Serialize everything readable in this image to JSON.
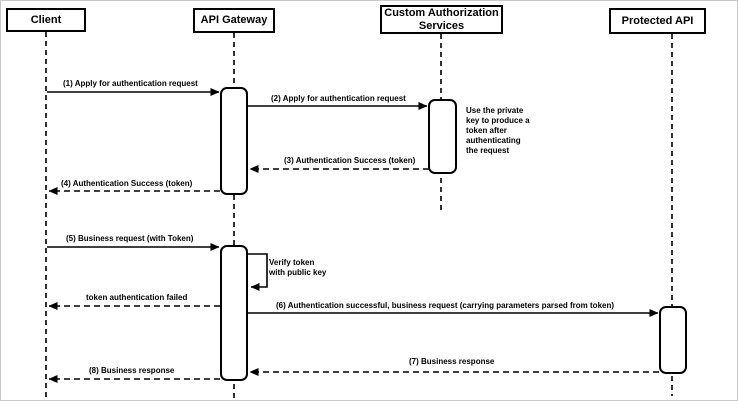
{
  "participants": [
    {
      "label": "Client"
    },
    {
      "label": "API Gateway"
    },
    {
      "label": "Custom Authorization Services"
    },
    {
      "label": "Protected API"
    }
  ],
  "messages": {
    "m1": "(1) Apply for authentication request",
    "m2": "(2) Apply for authentication request",
    "m3": "(3) Authentication Success (token)",
    "m4": "(4) Authentication Success (token)",
    "m5": "(5) Business request (with Token)",
    "m6": "(6) Authentication successful, business request (carrying parameters parsed from token)",
    "m7": "(7) Business response",
    "m8": "(8) Business response",
    "token_failed": "token authentication failed",
    "verify_token": "Verify token\nwith public key"
  },
  "notes": {
    "private_key": "Use the private\nkey to produce a\ntoken after\nauthenticating\nthe request"
  },
  "colors": {
    "line": "#000000",
    "background": "#ffffff"
  }
}
